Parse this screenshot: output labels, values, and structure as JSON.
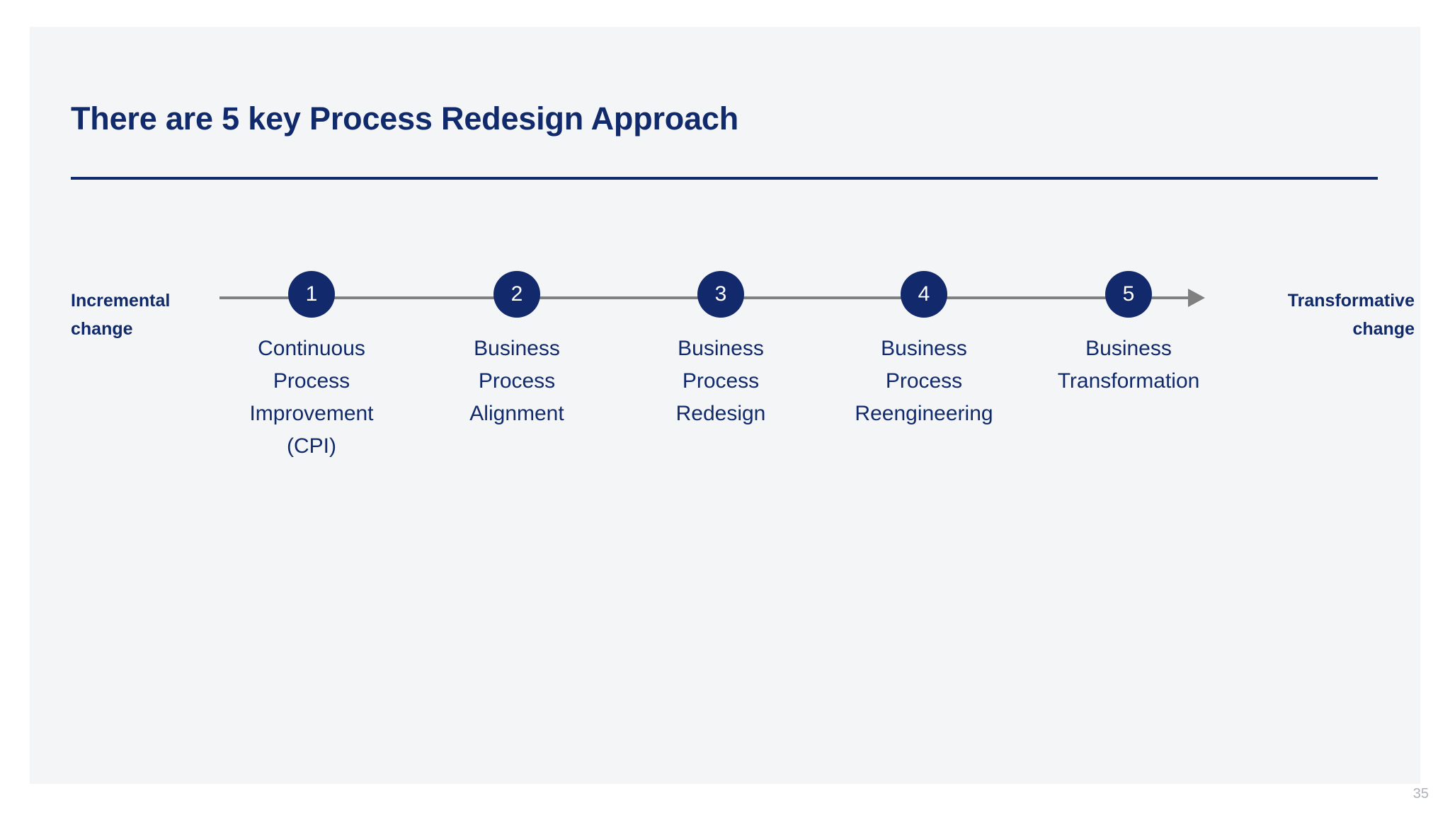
{
  "slide": {
    "title": "There are 5 key Process Redesign Approach",
    "page_number": "35",
    "colors": {
      "navy": "#112a6b",
      "circle_navy": "#12296b",
      "axis_gray": "#808080",
      "panel_bg": "#f4f5f7",
      "page_bg": "#ffffff",
      "page_number_gray": "#b0b2ba"
    }
  },
  "timeline": {
    "left_label": "Incremental\nchange",
    "right_label": "Transformative\nchange",
    "arrow_direction": "right",
    "steps": [
      {
        "number": "1",
        "label": "Continuous\nProcess\nImprovement\n(CPI)"
      },
      {
        "number": "2",
        "label": "Business\nProcess\nAlignment"
      },
      {
        "number": "3",
        "label": "Business\nProcess\nRedesign"
      },
      {
        "number": "4",
        "label": "Business\nProcess\nReengineering"
      },
      {
        "number": "5",
        "label": "Business\nTransformation"
      }
    ]
  }
}
